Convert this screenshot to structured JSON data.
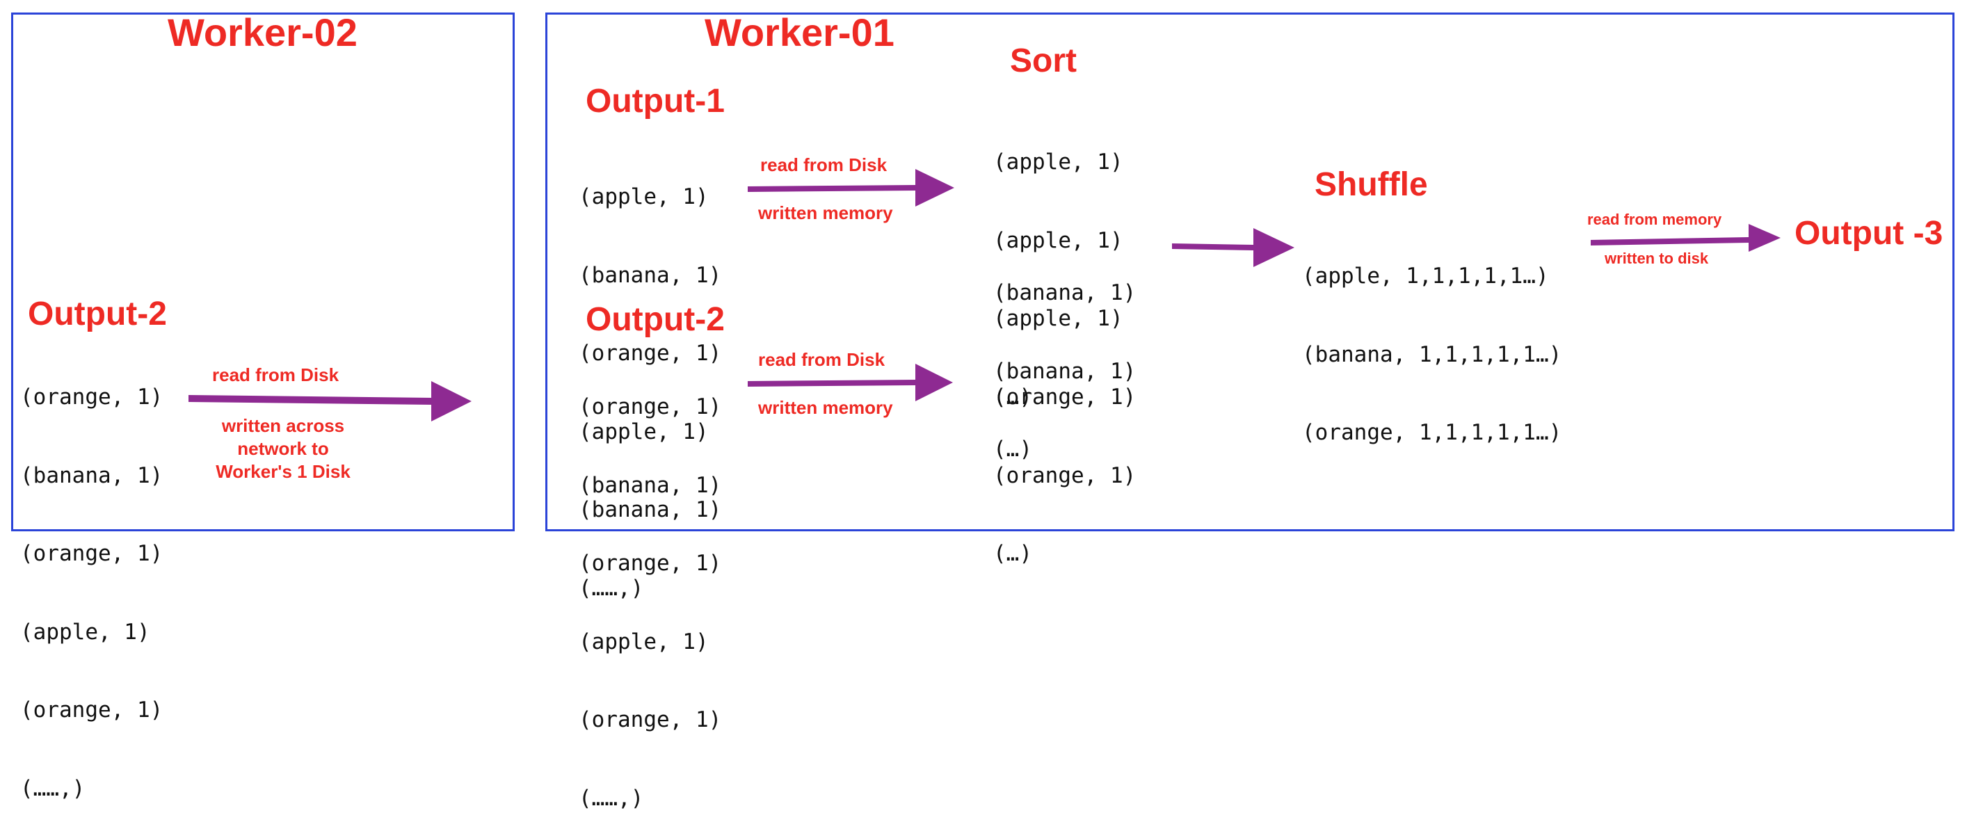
{
  "worker02": {
    "title": "Worker-02",
    "output_title": "Output-2",
    "records": [
      "(orange, 1)",
      "(banana, 1)",
      "(orange, 1)",
      "(apple, 1)",
      "(orange, 1)",
      "(……,)"
    ],
    "arrow_top_label": "read from Disk",
    "arrow_bottom_label": [
      "written across",
      "network to",
      "Worker's 1 Disk"
    ]
  },
  "worker01": {
    "title": "Worker-01",
    "output1": {
      "title": "Output-1",
      "records": [
        "(apple, 1)",
        "(banana, 1)",
        "(orange, 1)",
        "(apple, 1)",
        "(banana, 1)",
        "(……,)"
      ],
      "arrow_top_label": "read from Disk",
      "arrow_bottom_label": "written memory"
    },
    "output2": {
      "title": "Output-2",
      "records": [
        "(orange, 1)",
        "(banana, 1)",
        "(orange, 1)",
        "(apple, 1)",
        "(orange, 1)",
        "(……,)"
      ],
      "arrow_top_label": "read from Disk",
      "arrow_bottom_label": "written memory"
    },
    "sort": {
      "title": "Sort",
      "groups": [
        [
          "(apple, 1)",
          "(apple, 1)",
          "(apple, 1)",
          "(…)"
        ],
        [
          "(banana, 1)",
          "(banana, 1)",
          "(…)"
        ],
        [
          "(orange, 1)",
          "(orange, 1)",
          "(…)"
        ]
      ]
    },
    "shuffle": {
      "title": "Shuffle",
      "records": [
        "(apple, 1,1,1,1,1…)",
        "(banana, 1,1,1,1,1…)",
        "(orange, 1,1,1,1,1…)"
      ],
      "arrow_top_label": "read from memory",
      "arrow_bottom_label": "written  to disk"
    },
    "output3_title": "Output -3"
  },
  "colors": {
    "border": "#2b44d8",
    "title": "#ee2a24",
    "arrow": "#8e2a92",
    "text": "#111111"
  }
}
